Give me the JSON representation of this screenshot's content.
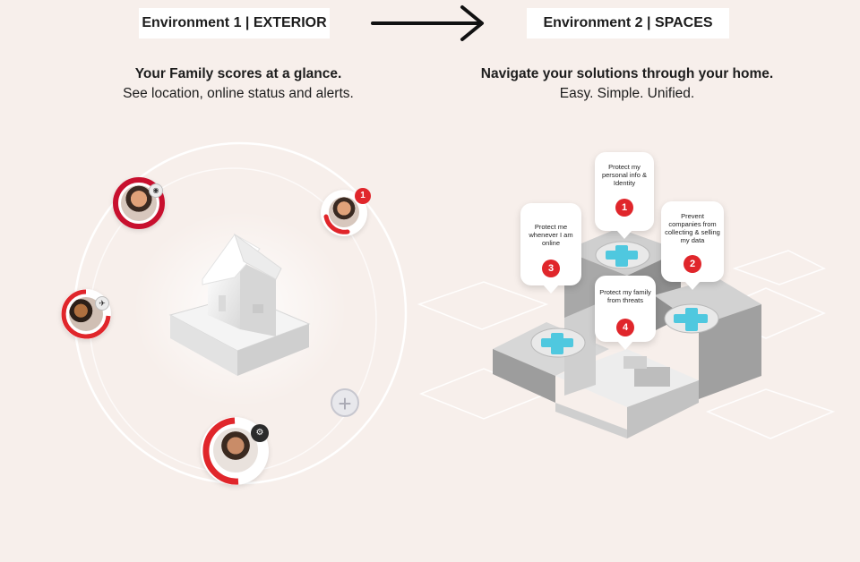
{
  "environments": [
    {
      "title": "Environment 1 | EXTERIOR",
      "tagline_line1": "Your Family scores at a glance.",
      "tagline_line2": "See location, online status and alerts."
    },
    {
      "title": "Environment 2 | SPACES",
      "tagline_line1": "Navigate your solutions through your home.",
      "tagline_line2": "Easy. Simple. Unified."
    }
  ],
  "exterior": {
    "members": [
      {
        "name": "child",
        "badge": "eye-icon",
        "progress": 0.95
      },
      {
        "name": "woman-top-right",
        "badge": "1",
        "progress": 0.3
      },
      {
        "name": "family-pair",
        "badge": "plane-icon",
        "progress": 0.55
      },
      {
        "name": "woman-bottom",
        "badge": "gear-icon",
        "progress": 0.65
      }
    ],
    "add_icon": "plus-icon"
  },
  "spaces": {
    "bubbles": [
      {
        "text": "Protect my personal info & Identity",
        "number": "1"
      },
      {
        "text": "Prevent companies from collecting & selling my data",
        "number": "2"
      },
      {
        "text": "Protect me whenever I am online",
        "number": "3"
      },
      {
        "text": "Protect my family from threats",
        "number": "4"
      }
    ]
  },
  "colors": {
    "background": "#f7efeb",
    "accent_red": "#e0262b",
    "plus_cyan": "#4fc8df",
    "platform_gray": "#bfbfbf"
  }
}
